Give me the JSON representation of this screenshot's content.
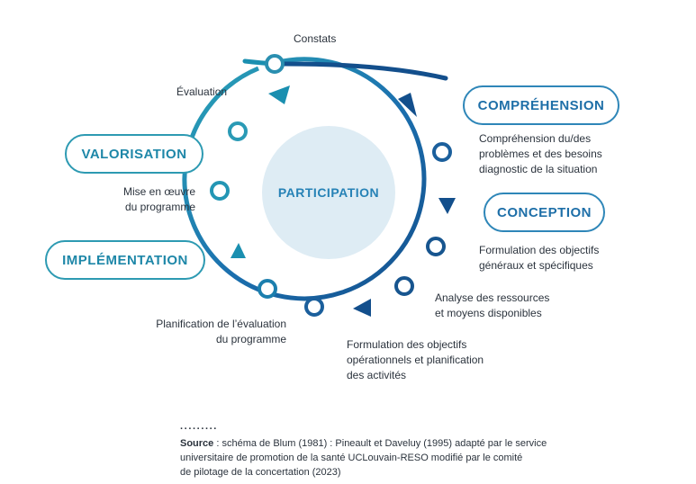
{
  "center": "PARTICIPATION",
  "phases": {
    "comprehension": "COMPRÉHENSION",
    "conception": "CONCEPTION",
    "implementation": "IMPLÉMENTATION",
    "valorisation": "VALORISATION"
  },
  "steps": {
    "constats": "Constats",
    "comprehension_1": "Compréhension du/des",
    "comprehension_2": "problèmes et des besoins",
    "comprehension_3": "diagnostic de la situation",
    "objectifs_1": "Formulation des objectifs",
    "objectifs_2": "généraux et spécifiques",
    "ressources_1": "Analyse des ressources",
    "ressources_2": "et moyens disponibles",
    "operationnels_1": "Formulation des objectifs",
    "operationnels_2": "opérationnels et planification",
    "operationnels_3": "des activités",
    "planif_1": "Planification de l’évaluation",
    "planif_2": "du programme",
    "mise_1": "Mise en œuvre",
    "mise_2": "du programme",
    "evaluation": "Évaluation"
  },
  "source": {
    "dots": "·········",
    "label": "Source",
    "line1": " : schéma de Blum (1981) : Pineault et Daveluy (1995) adapté par le service",
    "line2": "universitaire de promotion de la santé UCLouvain-RESO modifié par le comité",
    "line3": "de pilotage de la concertation (2023)"
  },
  "colors": {
    "dark_blue": "#134f8c",
    "mid_blue": "#1a78b0",
    "teal": "#2a9ab5",
    "center_fill": "#deecf4"
  }
}
